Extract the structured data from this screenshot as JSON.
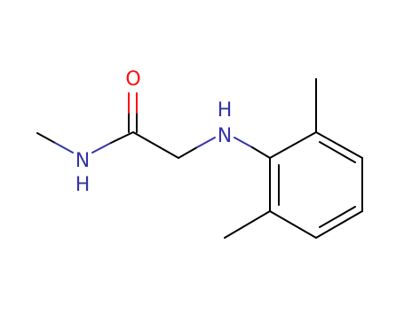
{
  "molecule": {
    "atoms": {
      "oxygen": "O",
      "amide_nitrogen": "N",
      "amide_hydrogen": "H",
      "amine_nitrogen": "N",
      "amine_hydrogen": "H"
    },
    "colors": {
      "bond": "#000000",
      "oxygen": "#ff0d0d",
      "nitrogen": "#3333aa"
    }
  }
}
